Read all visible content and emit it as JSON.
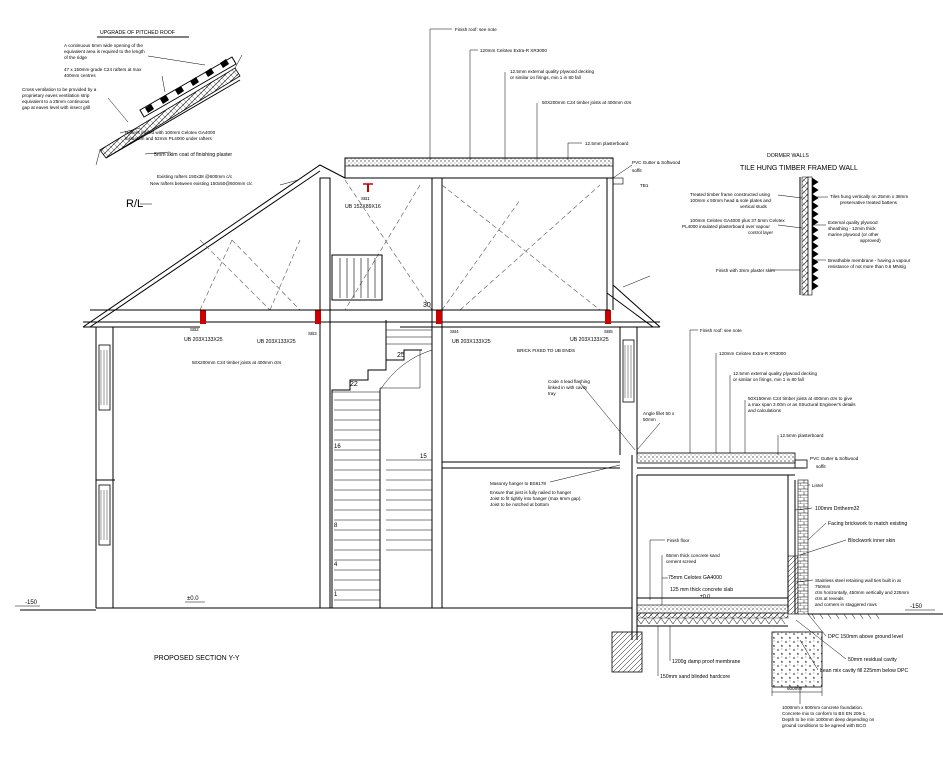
{
  "inset_roof": {
    "heading": "UPGRADE OF PITCHED ROOF",
    "notes": [
      "A continuous 5mm wide opening of the",
      "equivalent area is required to the length",
      "of the ridge",
      "47 x 150mm grade C24 rafters at max",
      "400mm centres",
      "Cross ventilation to be provided by a",
      "proprietary eaves ventilation strip",
      "equivalent to a 25mm continuous",
      "gap at eaves level with insect grill",
      "Rafters infilled with 100mm Celotex GA4000",
      "insulation and 52mm PL4000 under rafters",
      "5mm skim coat of finishing plaster"
    ]
  },
  "main_roof_notes": {
    "existing_rafters_1": "Existing rafters 150x38 @600mm c/c",
    "existing_rafters_2": "New rafters between existing 150x50@600mm c/c",
    "rl": "R/L"
  },
  "flat_roof_top": {
    "finish": "Finish roof: see note",
    "celotex": "120mm Celotex Extra-R XR3000",
    "decking_1": "12.5mm external quality plywood decking",
    "decking_2": "or similar on firings, min 1 in 80 fall",
    "joists": "50X200mm C24 timber joists at 400mm ctrs",
    "plasterboard": "12.5mm plasterboard",
    "gutter": "PVC Gutter & Softwood",
    "soffit": "soffit",
    "tb": "TB1"
  },
  "dormer": {
    "title_1": "DORMER WALLS",
    "title_2": "TILE HUNG TIMBER FRAMED WALL",
    "notes_left": [
      "Treated timber frame constructed using",
      "100mm x 50mm head & sole plates and",
      "vertical studs",
      "100mm Celotex GA4000 plus 37.5mm Celotex",
      "PL4000 insulated plasterboard over vapour",
      "control layer",
      "Finish with 3mm plaster skim"
    ],
    "notes_right": [
      "Tiles hung vertically on 25mm x 38mm",
      "preservative treated battens",
      "External quality plywood",
      "sheathing - 12mm thick",
      "marine plywood (or other",
      "approved)",
      "Breathable membrane - having a vapour",
      "resistance of not more than 0.6 MNs/g"
    ]
  },
  "section": {
    "sb1": "SB1",
    "ub_ridge": "UB 152X89X16",
    "sb2": "SB2",
    "sb3": "SB3",
    "sb4": "SB4",
    "sb5": "SB5",
    "ub_left": "UB 203X133X25",
    "ub_left2": "UB 203X133X25",
    "ub_right": "UB 203X133X25",
    "ub_right2": "UB 203X133X25",
    "floor_joists": "50X200mm C24 timber joists at 400mm ctrs",
    "small_note": "BRICK FIXED TO UB ENDS",
    "step_30": "30",
    "step_25": "25",
    "step_22": "22",
    "step_16": "16",
    "step_15": "15",
    "step_8": "8",
    "step_4": "4",
    "step_1": "1",
    "level_left": "-150",
    "level_zero": "±0.0",
    "title": "PROPOSED SECTION Y-Y"
  },
  "middle_notes": {
    "lead": [
      "Code 4 lead flashing",
      "linked in with cavity",
      "tray"
    ],
    "angle": [
      "Angle fillet 50 x",
      "50mm"
    ],
    "hanger": [
      "Masonry hanger to BS6178",
      "Ensure that joist is fully nailed to hanger",
      "Joist to fit tightly into hanger (max 6mm gap).",
      "Joist to be notched at bottom"
    ]
  },
  "extension": {
    "finish": "Finish roof: see note",
    "celotex": "120mm Celotex Extra-R XR3000",
    "decking_1": "12.5mm external quality plywood decking",
    "decking_2": "or similar on firings, min 1 in 80 fall",
    "joists_1": "50X150mm C24 timber joists at 400mm ctrs to give",
    "joists_2": "a max span 3.00m or as Structural Engineer's details",
    "joists_3": "and calculations",
    "plasterboard": "12.5mm plasterboard",
    "gutter": "PVC Gutter & Softwood",
    "soffit": "soffit",
    "lintel": "Lintel",
    "dritherm": "100mm Dritherm32",
    "facing": "Facing brickwork to match existing",
    "blockwork": "Blockwork inner skin",
    "finish_floor": "Finish floor",
    "screed_1": "65mm thick concrete sand",
    "screed_2": "cement screed",
    "ga4000": "75mm Celotex GA4000",
    "slab": "125 mm thick concrete slab",
    "level_zero": "±0.0",
    "ties_1": "Stainless steel retaining wall ties built in at",
    "ties_2": "750mm",
    "ties_3": "ctrs horizontally, 450mm vertically and 225mm",
    "ties_4": "ctrs at reveals",
    "ties_5": "and corners in staggered rows",
    "level_right": "-150",
    "dpc": "DPC 150mm above ground level",
    "membrane": "1200g damp proof membrane",
    "hardcore": "150mm sand blinded hardcore",
    "residual": "50mm residual cavity",
    "leanmix": "Lean mix cavity fill 225mm below DPC",
    "width": "600mm",
    "foundation": [
      "1000mm x 600mm concrete foundation.",
      "Concrete mix to conform to BS EN 206-1.",
      "Depth to be min 1000mm deep depending on",
      "ground conditions to be agreed with BCO"
    ]
  }
}
